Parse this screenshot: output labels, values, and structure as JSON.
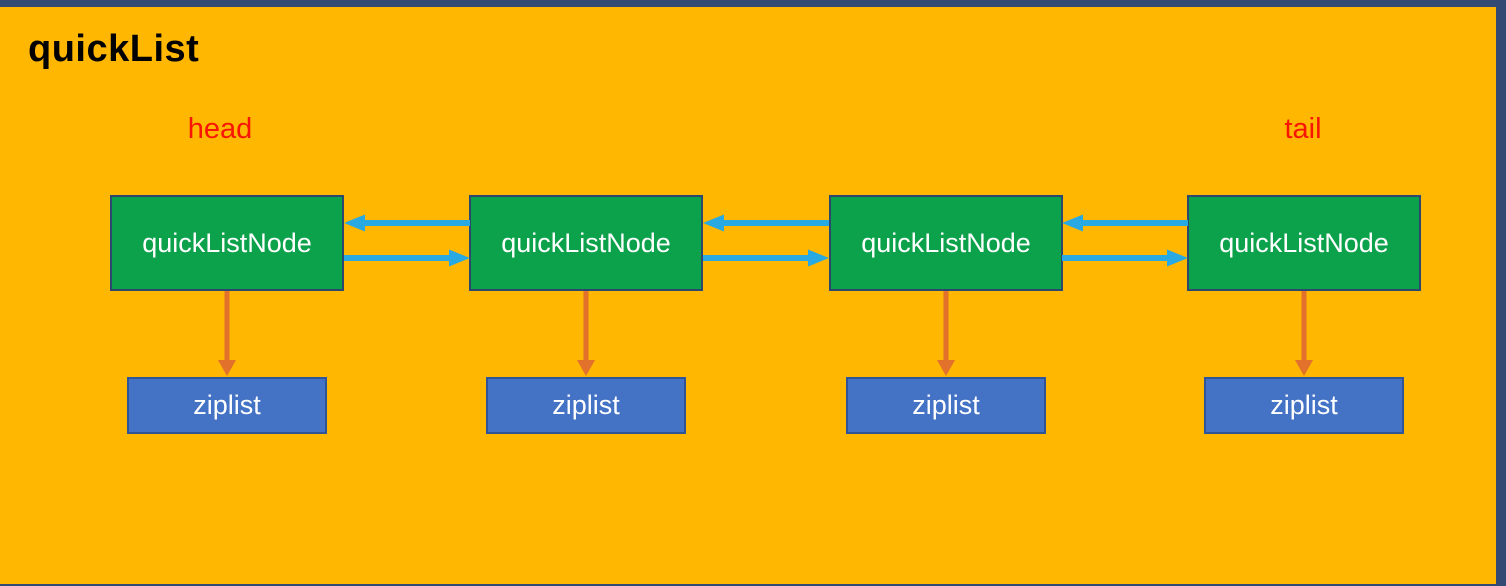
{
  "title": "quickList",
  "labels": {
    "head": "head",
    "tail": "tail"
  },
  "nodes": [
    {
      "label": "quickListNode"
    },
    {
      "label": "quickListNode"
    },
    {
      "label": "quickListNode"
    },
    {
      "label": "quickListNode"
    }
  ],
  "ziplists": [
    {
      "label": "ziplist"
    },
    {
      "label": "ziplist"
    },
    {
      "label": "ziplist"
    },
    {
      "label": "ziplist"
    }
  ],
  "icons": {
    "prev_pointer": "left-arrow",
    "next_pointer": "right-arrow",
    "ziplist_pointer": "down-arrow"
  },
  "colors": {
    "frame_navy": "#334A72",
    "slide_orange": "#FFB701",
    "node_green": "#0CA24B",
    "node_border": "#2D486E",
    "ziplist_blue": "#4472C4",
    "ziplist_border": "#2F5597",
    "pointer_arrow_blue": "#29A9E1",
    "ziplist_arrow_orange": "#E2712B",
    "label_red": "#F81505",
    "title_black": "#000000",
    "box_text_white": "#FFFFFF"
  }
}
